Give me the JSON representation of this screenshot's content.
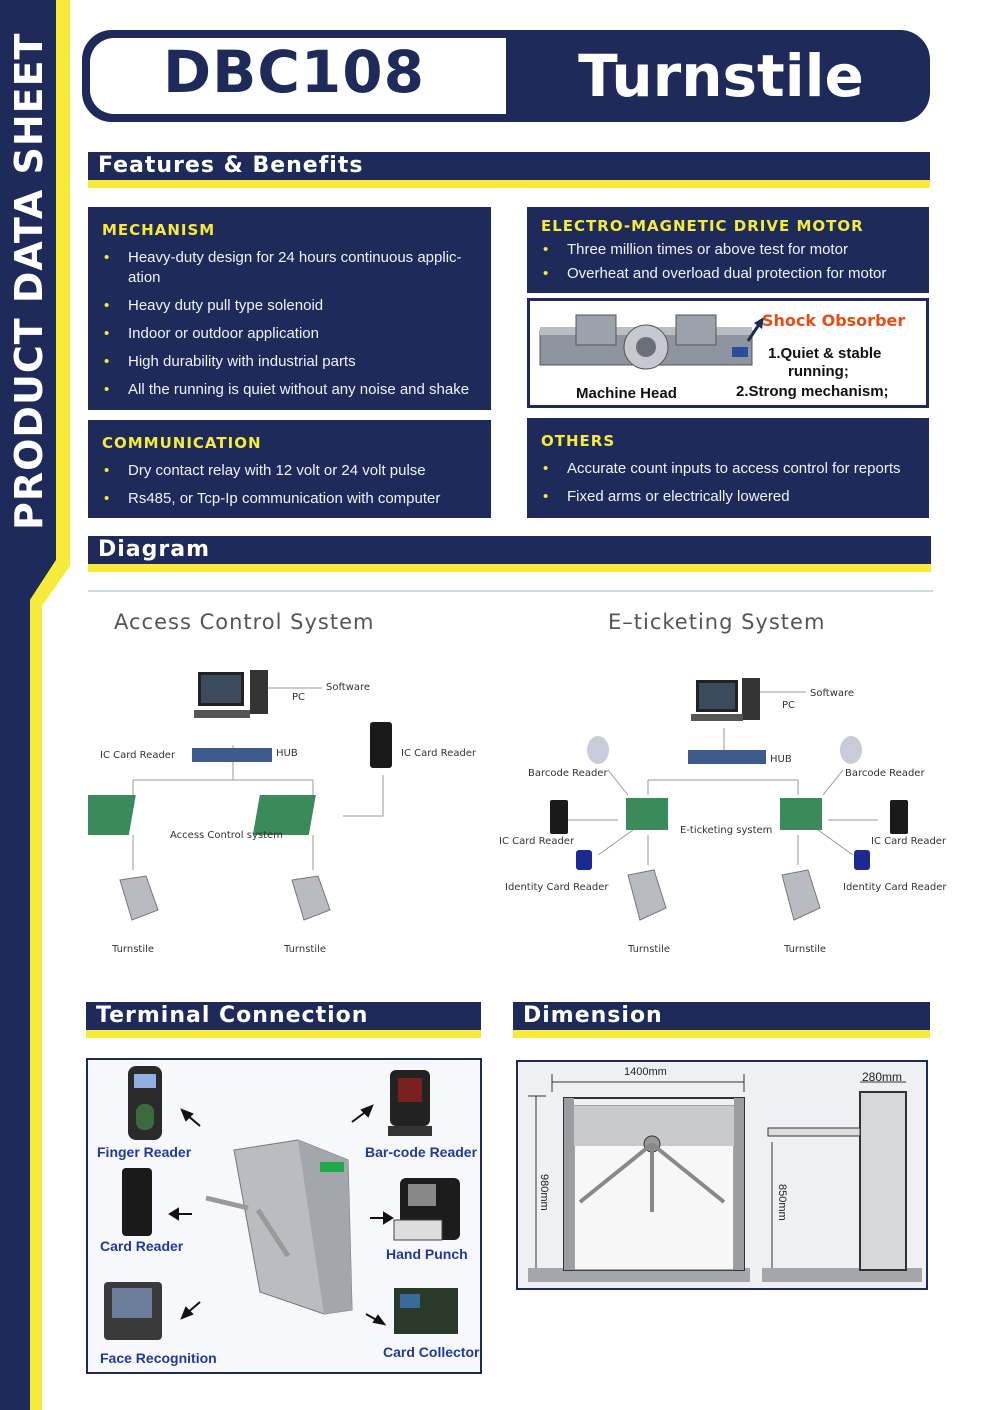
{
  "side_label": "PRODUCT DATA SHEET",
  "header": {
    "model": "DBC108",
    "product": "Turnstile"
  },
  "sections": {
    "features": "Features & Benefits",
    "diagram": "Diagram",
    "terminal": "Terminal Connection",
    "dimension": "Dimension"
  },
  "mechanism": {
    "title": "MECHANISM",
    "items": [
      "Heavy-duty design for 24 hours continuous applic-ation",
      "Heavy duty pull type solenoid",
      "Indoor or outdoor application",
      "High durability with industrial parts",
      "All the running is quiet without any noise and shake"
    ]
  },
  "communication": {
    "title": "COMMUNICATION",
    "items": [
      "Dry contact relay  with 12 volt or 24 volt pulse",
      "Rs485, or Tcp-Ip communication with computer"
    ]
  },
  "motor": {
    "title": "ELECTRO-MAGNETIC DRIVE MOTOR",
    "items": [
      "Three million times or above  test for motor",
      "Overheat and overload dual protection for motor"
    ]
  },
  "shock": {
    "title": "Shock Obsorber",
    "line1a": "1.Quiet & stable",
    "line1b": "running;",
    "line2": "2.Strong mechanism;",
    "machine_head": "Machine Head"
  },
  "others": {
    "title": "OTHERS",
    "items": [
      "Accurate count inputs  to access control for reports",
      "Fixed arms or electrically lowered"
    ]
  },
  "diagram": {
    "access": {
      "title": "Access Control System",
      "software": "Software",
      "pc": "PC",
      "hub": "HUB",
      "ic_left": "IC Card Reader",
      "ic_right": "IC Card Reader",
      "controller": "Access Control system",
      "turnstile_left": "Turnstile",
      "turnstile_right": "Turnstile"
    },
    "eticket": {
      "title": "E–ticketing System",
      "software": "Software",
      "pc": "PC",
      "hub": "HUB",
      "barcode_left": "Barcode Reader",
      "barcode_right": "Barcode Reader",
      "ic_left": "IC Card Reader",
      "ic_right": "IC Card Reader",
      "controller": "E-ticketing system",
      "id_left": "Identity Card Reader",
      "id_right": "Identity Card Reader",
      "turnstile_left": "Turnstile",
      "turnstile_right": "Turnstile"
    }
  },
  "terminal": {
    "finger": "Finger Reader",
    "card": "Card Reader",
    "face": "Face Recognition",
    "barcode": "Bar-code Reader",
    "hand": "Hand Punch",
    "collector": "Card Collector"
  },
  "dimension": {
    "width": "1400mm",
    "height": "980mm",
    "arm_height": "850mm",
    "depth": "280mm"
  },
  "colors": {
    "navy": "#1e2a5a",
    "yellow": "#f6ea3a",
    "orange": "#e84b16",
    "blue_label": "#1f3a9c"
  }
}
